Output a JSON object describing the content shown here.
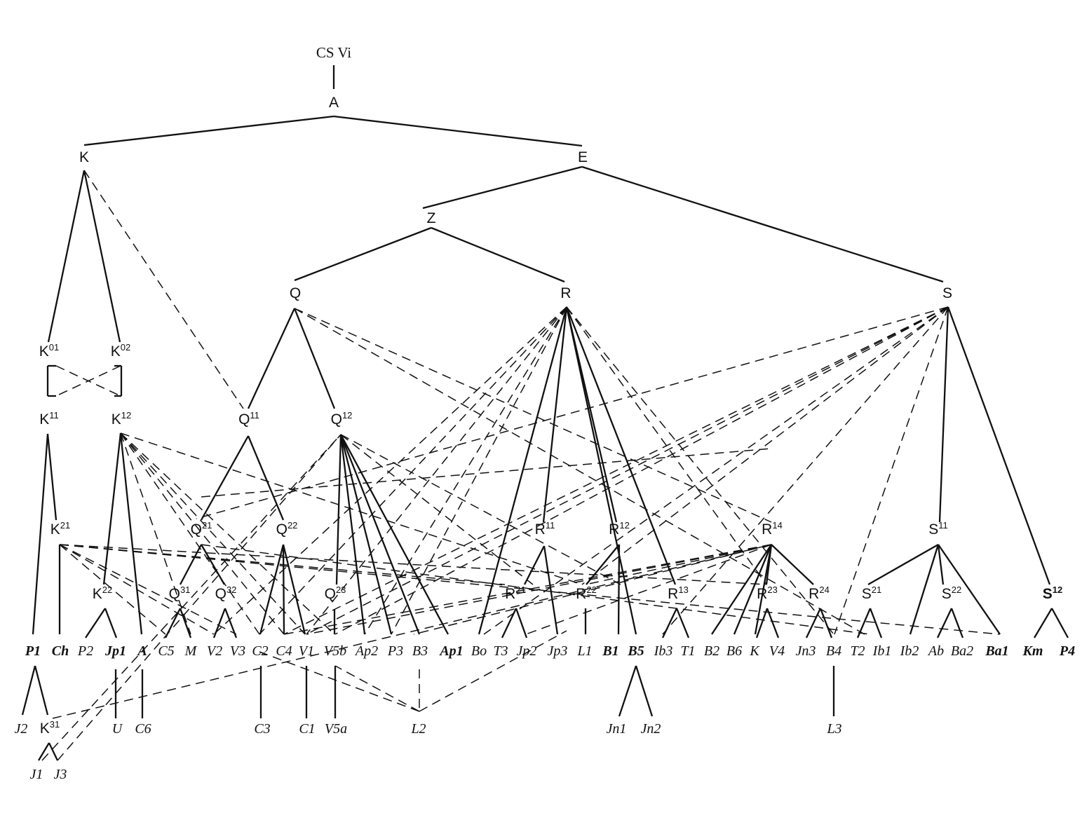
{
  "nodes": {
    "root": "CS Vi",
    "A": "A",
    "K": "K",
    "E": "E",
    "Z": "Z",
    "Q": "Q",
    "R": "R",
    "S": "S",
    "K01": {
      "base": "K",
      "sup": "01"
    },
    "K02": {
      "base": "K",
      "sup": "02"
    },
    "K11": {
      "base": "K",
      "sup": "11"
    },
    "K12": {
      "base": "K",
      "sup": "12"
    },
    "Q11": {
      "base": "Q",
      "sup": "11"
    },
    "Q12": {
      "base": "Q",
      "sup": "12"
    },
    "K21": {
      "base": "K",
      "sup": "21"
    },
    "Q21": {
      "base": "Q",
      "sup": "21"
    },
    "Q22": {
      "base": "Q",
      "sup": "22"
    },
    "R11": {
      "base": "R",
      "sup": "11"
    },
    "R12": {
      "base": "R",
      "sup": "12"
    },
    "R14": {
      "base": "R",
      "sup": "14"
    },
    "S11": {
      "base": "S",
      "sup": "11"
    },
    "K22": {
      "base": "K",
      "sup": "22"
    },
    "Q31": {
      "base": "Q",
      "sup": "31"
    },
    "Q32": {
      "base": "Q",
      "sup": "32"
    },
    "Q23": {
      "base": "Q",
      "sup": "23"
    },
    "R21": {
      "base": "R",
      "sup": "21"
    },
    "R22": {
      "base": "R",
      "sup": "22"
    },
    "R13": {
      "base": "R",
      "sup": "13"
    },
    "R23": {
      "base": "R",
      "sup": "23"
    },
    "R24": {
      "base": "R",
      "sup": "24"
    },
    "S21": {
      "base": "S",
      "sup": "21"
    },
    "S22": {
      "base": "S",
      "sup": "22"
    },
    "S12": {
      "base": "S",
      "sup": "12"
    },
    "K31": {
      "base": "K",
      "sup": "31"
    }
  },
  "leaves": {
    "P1": "P1",
    "Ch": "Ch",
    "P2": "P2",
    "Jp1": "Jp1",
    "A_leaf": "A",
    "C5": "C5",
    "M": "M",
    "V2": "V2",
    "V3": "V3",
    "C2": "C2",
    "C4": "C4",
    "V1": "V1",
    "V5b": "V5b",
    "Ap2": "Ap2",
    "P3": "P3",
    "B3": "B3",
    "Ap1": "Ap1",
    "Bo": "Bo",
    "T3": "T3",
    "Jp2": "Jp2",
    "Jp3": "Jp3",
    "L1": "L1",
    "B1": "B1",
    "B5": "B5",
    "Ib3": "Ib3",
    "T1": "T1",
    "B2": "B2",
    "B6": "B6",
    "K_leaf": "K",
    "V4": "V4",
    "Jn3": "Jn3",
    "B4": "B4",
    "T2": "T2",
    "Ib1": "Ib1",
    "Ib2": "Ib2",
    "Ab": "Ab",
    "Ba2": "Ba2",
    "Ba1": "Ba1",
    "Km": "Km",
    "P4": "P4",
    "J2": "J2",
    "U": "U",
    "C6": "C6",
    "C3": "C3",
    "C1": "C1",
    "V5a": "V5a",
    "L2": "L2",
    "Jn1": "Jn1",
    "Jn2": "Jn2",
    "L3": "L3",
    "J1": "J1",
    "J3": "J3"
  },
  "style": {
    "line_color": "#111111"
  }
}
